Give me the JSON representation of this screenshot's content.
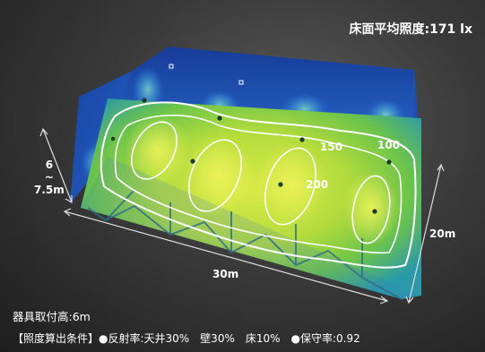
{
  "average_illuminance": "床面平均照度:171 lx",
  "fixture_height": "器具取付高:6m",
  "conditions": "【照度算出条件】●反射率:天井30%　壁30%　床10%　●保守率:0.92",
  "dimensions": {
    "height_top": "6",
    "height_sep": "~",
    "height_bottom": "7.5m",
    "width": "30m",
    "depth": "20m"
  },
  "contours": {
    "outer": "100",
    "middle": "150",
    "inner": "200"
  },
  "colors": {
    "wall_blue": "#1f56b8",
    "floor_green": "#9fd23a",
    "bright_yellow": "#e6f04a",
    "contour_line": "#ffffff",
    "text": "#ffffff"
  }
}
